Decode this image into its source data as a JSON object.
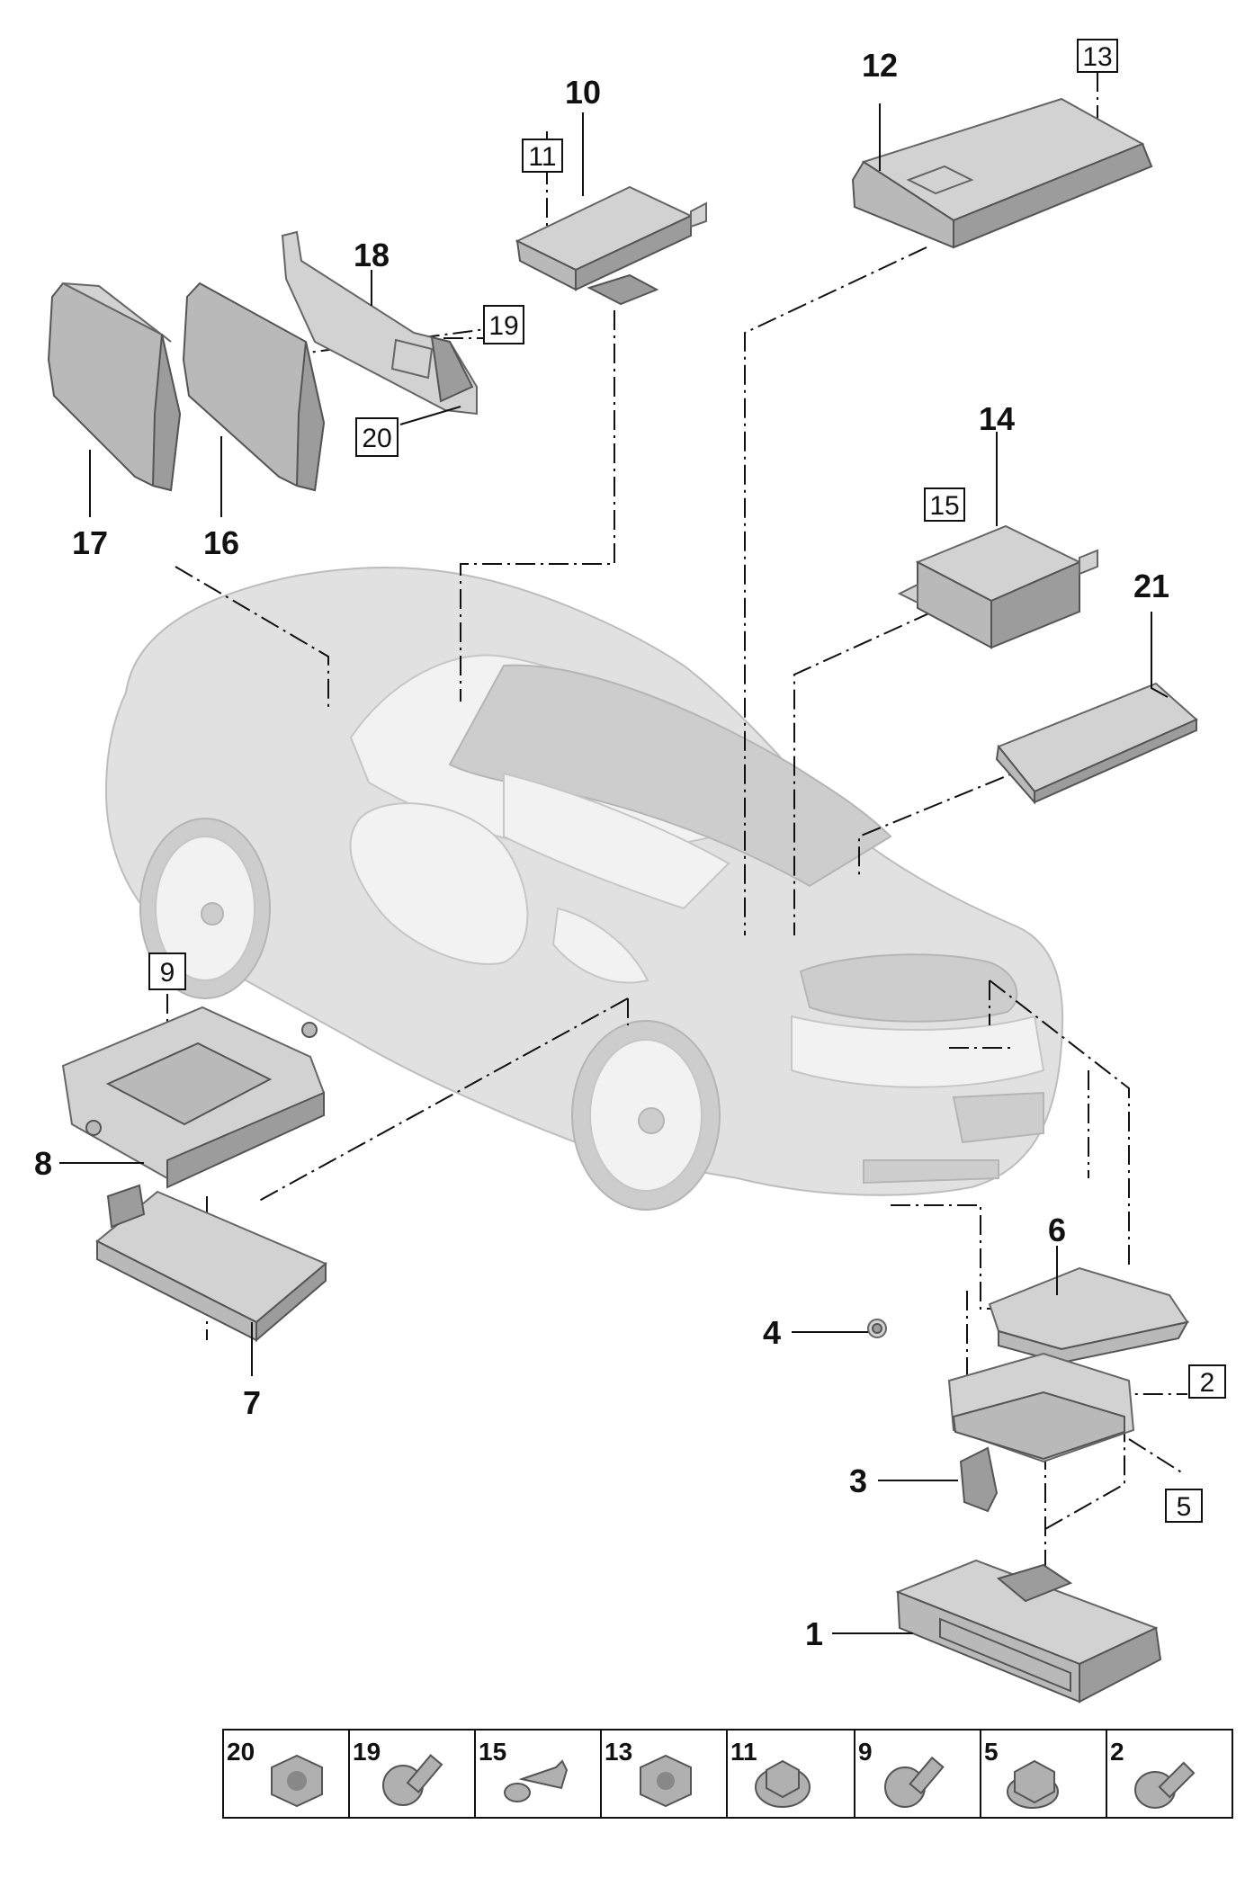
{
  "callouts": {
    "p1": "1",
    "p2": "2",
    "p3": "3",
    "p4": "4",
    "p5": "5",
    "p6": "6",
    "p7": "7",
    "p8": "8",
    "p9": "9",
    "p10": "10",
    "p11": "11",
    "p12": "12",
    "p13": "13",
    "p14": "14",
    "p15": "15",
    "p16": "16",
    "p17": "17",
    "p18": "18",
    "p19": "19",
    "p20": "20",
    "p21": "21"
  },
  "fastener_table": [
    {
      "label": "20",
      "icon": "hex-nut-icon"
    },
    {
      "label": "19",
      "icon": "flange-bolt-icon"
    },
    {
      "label": "15",
      "icon": "expanding-rivet-icon"
    },
    {
      "label": "13",
      "icon": "hex-nut-icon"
    },
    {
      "label": "11",
      "icon": "flange-nut-icon"
    },
    {
      "label": "9",
      "icon": "flange-bolt-icon"
    },
    {
      "label": "5",
      "icon": "hex-nut-icon"
    },
    {
      "label": "2",
      "icon": "flange-bolt-icon"
    }
  ]
}
